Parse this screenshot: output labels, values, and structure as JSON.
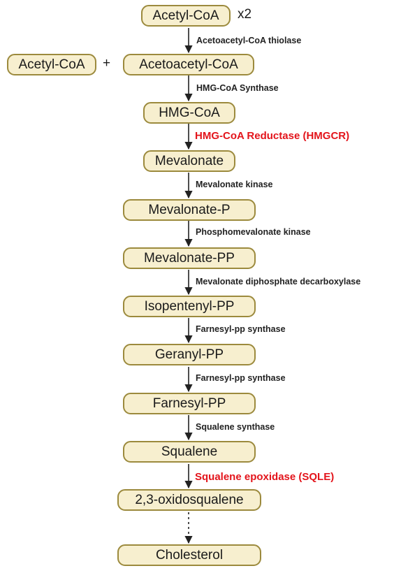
{
  "pathway": {
    "nodes": {
      "acetyl_coa_top": "Acetyl-CoA",
      "acetyl_coa_left": "Acetyl-CoA",
      "acetoacetyl_coa": "Acetoacetyl-CoA",
      "hmg_coa": "HMG-CoA",
      "mevalonate": "Mevalonate",
      "mevalonate_p": "Mevalonate-P",
      "mevalonate_pp": "Mevalonate-PP",
      "isopentenyl_pp": "Isopentenyl-PP",
      "geranyl_pp": "Geranyl-PP",
      "farnesyl_pp": "Farnesyl-PP",
      "squalene": "Squalene",
      "oxidosqualene": "2,3-oxidosqualene",
      "cholesterol": "Cholesterol"
    },
    "multiplier": "x2",
    "plus": "+",
    "enzymes": {
      "thiolase": "Acetoacetyl-CoA thiolase",
      "hmg_synthase": "HMG-CoA Synthase",
      "hmgcr": "HMG-CoA Reductase (HMGCR)",
      "mevalonate_kinase": "Mevalonate kinase",
      "phosphomevalonate_kinase": "Phosphomevalonate kinase",
      "decarboxylase": "Mevalonate diphosphate decarboxylase",
      "farnesyl_synthase_1": "Farnesyl-pp synthase",
      "farnesyl_synthase_2": "Farnesyl-pp synthase",
      "squalene_synthase": "Squalene synthase",
      "sqle": "Squalene epoxidase (SQLE)"
    },
    "colors": {
      "node_fill": "#f7efcf",
      "node_border": "#9c8a3d",
      "key_enzyme": "#e3141b"
    }
  }
}
